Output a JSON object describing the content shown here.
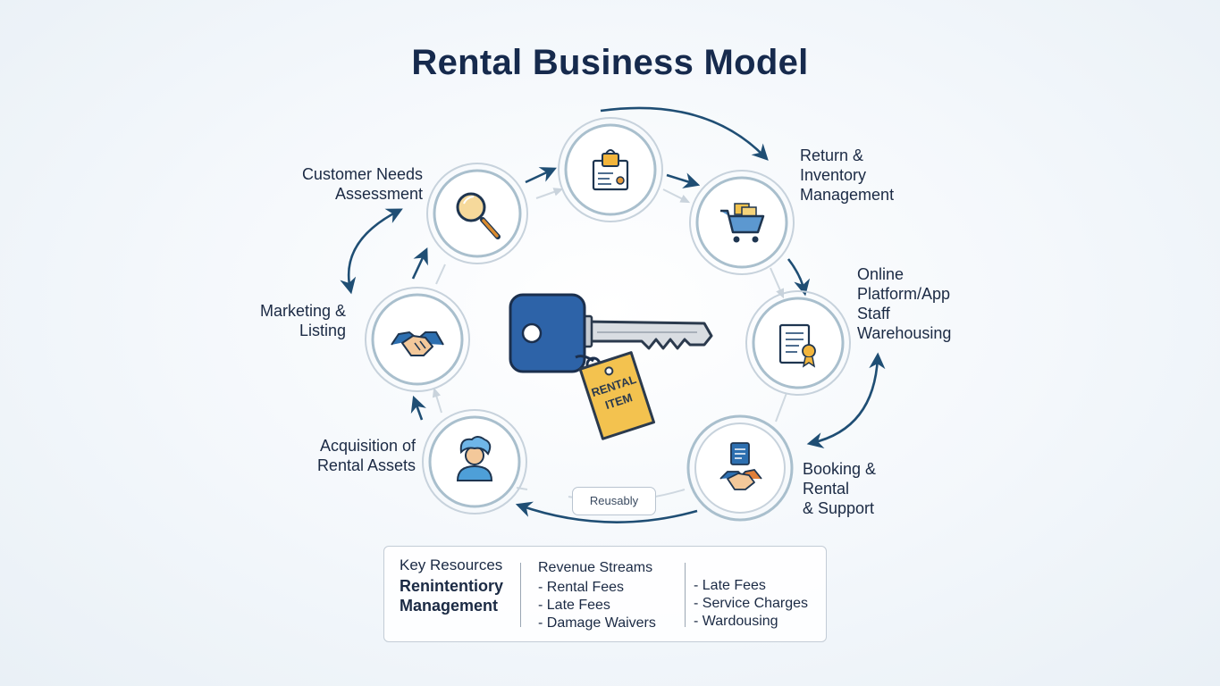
{
  "title": "Rental Business Model",
  "labels": {
    "customer_needs": "Customer Needs\nAssessment",
    "return_inventory": "Return &\nInventory\nManagement",
    "online_platform": "Online\nPlatform/App\nStaff\nWarehousing",
    "marketing": "Marketing &\nListing",
    "acquisition": "Acquisition of\nRental Assets",
    "booking": "Booking &\nRental\n& Support"
  },
  "center": {
    "tag_text": "RENTAL\nITEM"
  },
  "reusably_tag": "Reusably",
  "resources_box": {
    "heading": "Key Resources",
    "subheading": "Renintentiory\nManagement",
    "revenue_heading": "Revenue Streams",
    "revenue_items": [
      "- Rental Fees",
      "- Late Fees",
      "- Damage Waivers"
    ],
    "other_items": [
      "- Late Fees",
      "- Service Charges",
      "- Wardousing"
    ]
  },
  "colors": {
    "arrow": "#1f4e74",
    "ring": "#a9bfcd",
    "key_blue": "#2d63a8",
    "tag_yellow": "#f3c24f"
  },
  "icons": {
    "customer_needs": "magnifier-icon",
    "top": "document-bag-icon",
    "return_inventory": "shopping-cart-icon",
    "online_platform": "document-award-icon",
    "marketing": "handshake-icon",
    "acquisition": "person-icon",
    "booking": "document-handshake-icon",
    "center": "key-icon"
  }
}
